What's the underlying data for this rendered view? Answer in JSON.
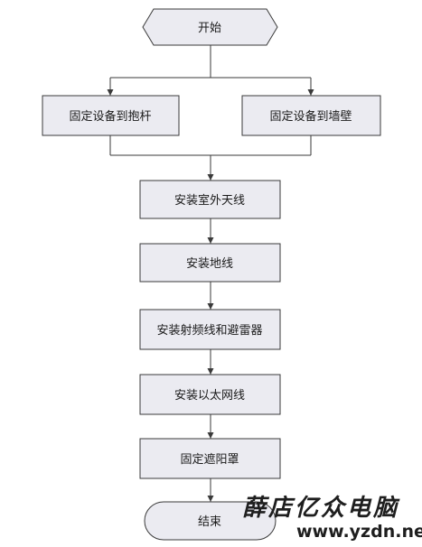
{
  "flowchart": {
    "start": "开始",
    "mount_pole": "固定设备到抱杆",
    "mount_wall": "固定设备到墙壁",
    "install_antenna": "安装室外天线",
    "install_ground": "安装地线",
    "install_rf": "安装射频线和避雷器",
    "install_ethernet": "安装以太网线",
    "fix_cover": "固定遮阳罩",
    "end": "结束"
  },
  "watermark": {
    "brand": "薛店亿众电脑",
    "url": "www.yzdn.net"
  },
  "colors": {
    "box_fill": "#ebebf1",
    "box_stroke": "#3a3a3a",
    "line": "#3a3a3a"
  }
}
